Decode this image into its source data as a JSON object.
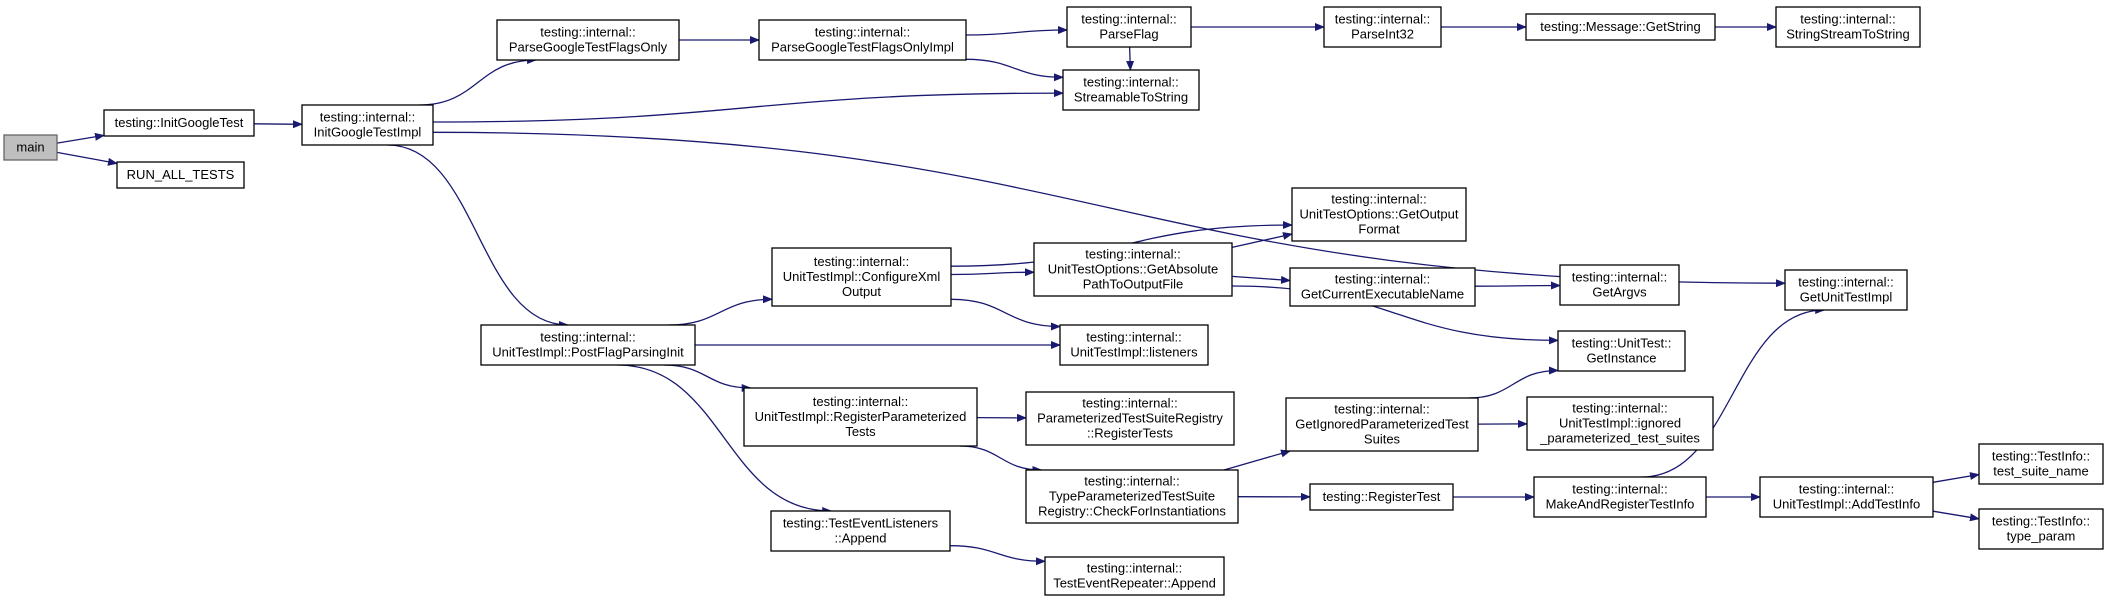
{
  "nodes": {
    "main": [
      "main"
    ],
    "init_google_test": [
      "testing::InitGoogleTest"
    ],
    "run_all_tests": [
      "RUN_ALL_TESTS"
    ],
    "init_google_test_impl": [
      "testing::internal::",
      "InitGoogleTestImpl"
    ],
    "parse_flags_only": [
      "testing::internal::",
      "ParseGoogleTestFlagsOnly"
    ],
    "parse_flags_only_impl": [
      "testing::internal::",
      "ParseGoogleTestFlagsOnlyImpl"
    ],
    "parse_flag": [
      "testing::internal::",
      "ParseFlag"
    ],
    "parse_int32": [
      "testing::internal::",
      "ParseInt32"
    ],
    "message_get_string": [
      "testing::Message::GetString"
    ],
    "string_stream_to_string": [
      "testing::internal::",
      "StringStreamToString"
    ],
    "streamable_to_string": [
      "testing::internal::",
      "StreamableToString"
    ],
    "get_unit_test_impl": [
      "testing::internal::",
      "GetUnitTestImpl"
    ],
    "post_flag_parsing_init": [
      "testing::internal::",
      "UnitTestImpl::PostFlagParsingInit"
    ],
    "configure_xml_output": [
      "testing::internal::",
      "UnitTestImpl::ConfigureXml",
      "Output"
    ],
    "get_output_format": [
      "testing::internal::",
      "UnitTestOptions::GetOutput",
      "Format"
    ],
    "get_absolute_path": [
      "testing::internal::",
      "UnitTestOptions::GetAbsolute",
      "PathToOutputFile"
    ],
    "get_current_executable_name": [
      "testing::internal::",
      "GetCurrentExecutableName"
    ],
    "get_argvs": [
      "testing::internal::",
      "GetArgvs"
    ],
    "listeners": [
      "testing::internal::",
      "UnitTestImpl::listeners"
    ],
    "unit_test_get_instance": [
      "testing::UnitTest::",
      "GetInstance"
    ],
    "register_parameterized_tests": [
      "testing::internal::",
      "UnitTestImpl::RegisterParameterized",
      "Tests"
    ],
    "pts_registry_register_tests": [
      "testing::internal::",
      "ParameterizedTestSuiteRegistry",
      "::RegisterTests"
    ],
    "get_ignored_parameterized_test_suites": [
      "testing::internal::",
      "GetIgnoredParameterizedTest",
      "Suites"
    ],
    "ignored_parameterized_test_suites": [
      "testing::internal::",
      "UnitTestImpl::ignored",
      "_parameterized_test_suites"
    ],
    "typed_pts_check_for_instantiations": [
      "testing::internal::",
      "TypeParameterizedTestSuite",
      "Registry::CheckForInstantiations"
    ],
    "register_test": [
      "testing::RegisterTest"
    ],
    "make_and_register_test_info": [
      "testing::internal::",
      "MakeAndRegisterTestInfo"
    ],
    "add_test_info": [
      "testing::internal::",
      "UnitTestImpl::AddTestInfo"
    ],
    "test_info_test_suite_name": [
      "testing::TestInfo::",
      "test_suite_name"
    ],
    "test_info_type_param": [
      "testing::TestInfo::",
      "type_param"
    ],
    "test_event_listeners_append": [
      "testing::TestEventListeners",
      "::Append"
    ],
    "test_event_repeater_append": [
      "testing::internal::",
      "TestEventRepeater::Append"
    ]
  },
  "edges": [
    [
      "main",
      "init_google_test"
    ],
    [
      "main",
      "run_all_tests"
    ],
    [
      "init_google_test",
      "init_google_test_impl"
    ],
    [
      "init_google_test_impl",
      "parse_flags_only"
    ],
    [
      "init_google_test_impl",
      "streamable_to_string"
    ],
    [
      "init_google_test_impl",
      "get_unit_test_impl"
    ],
    [
      "init_google_test_impl",
      "post_flag_parsing_init"
    ],
    [
      "parse_flags_only",
      "parse_flags_only_impl"
    ],
    [
      "parse_flags_only_impl",
      "parse_flag"
    ],
    [
      "parse_flags_only_impl",
      "streamable_to_string"
    ],
    [
      "parse_flag",
      "parse_int32"
    ],
    [
      "parse_flag",
      "streamable_to_string"
    ],
    [
      "parse_int32",
      "message_get_string"
    ],
    [
      "message_get_string",
      "string_stream_to_string"
    ],
    [
      "post_flag_parsing_init",
      "configure_xml_output"
    ],
    [
      "post_flag_parsing_init",
      "listeners"
    ],
    [
      "post_flag_parsing_init",
      "register_parameterized_tests"
    ],
    [
      "post_flag_parsing_init",
      "test_event_listeners_append"
    ],
    [
      "configure_xml_output",
      "get_output_format"
    ],
    [
      "configure_xml_output",
      "get_absolute_path"
    ],
    [
      "configure_xml_output",
      "listeners"
    ],
    [
      "get_absolute_path",
      "get_output_format"
    ],
    [
      "get_absolute_path",
      "get_current_executable_name"
    ],
    [
      "get_absolute_path",
      "unit_test_get_instance"
    ],
    [
      "get_current_executable_name",
      "get_argvs"
    ],
    [
      "register_parameterized_tests",
      "pts_registry_register_tests"
    ],
    [
      "register_parameterized_tests",
      "typed_pts_check_for_instantiations"
    ],
    [
      "typed_pts_check_for_instantiations",
      "get_ignored_parameterized_test_suites"
    ],
    [
      "typed_pts_check_for_instantiations",
      "register_test"
    ],
    [
      "get_ignored_parameterized_test_suites",
      "unit_test_get_instance"
    ],
    [
      "get_ignored_parameterized_test_suites",
      "ignored_parameterized_test_suites"
    ],
    [
      "register_test",
      "make_and_register_test_info"
    ],
    [
      "make_and_register_test_info",
      "get_unit_test_impl"
    ],
    [
      "make_and_register_test_info",
      "add_test_info"
    ],
    [
      "add_test_info",
      "test_info_test_suite_name"
    ],
    [
      "add_test_info",
      "test_info_type_param"
    ],
    [
      "test_event_listeners_append",
      "test_event_repeater_append"
    ]
  ],
  "colors": {
    "edge": "#191970",
    "node_border": "#000000",
    "node_fill": "#ffffff",
    "root_fill": "#bfbfbf",
    "root_border": "#666666"
  }
}
